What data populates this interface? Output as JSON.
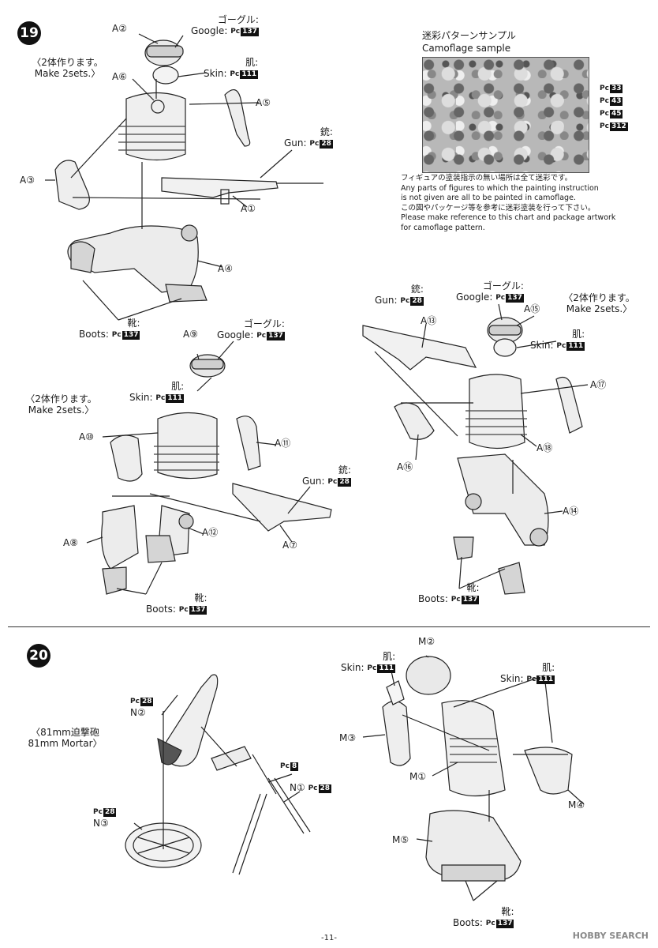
{
  "step19": {
    "number": "19",
    "make2_note_a": [
      "2体作ります。",
      "Make 2sets."
    ],
    "make2_note_b": [
      "2体作ります。",
      "Make 2sets."
    ],
    "make2_note_c": [
      "2体作ります。",
      "Make 2sets."
    ],
    "figure1": {
      "a2": "A②",
      "a6": "A⑥",
      "a5": "A⑤",
      "a3": "A③",
      "a1": "A①",
      "a4": "A④",
      "goggle_jp": "ゴーグル:",
      "goggle_en": "Google:",
      "goggle_pc": "137",
      "skin_jp": "肌:",
      "skin_en": "Skin:",
      "skin_pc": "111",
      "gun_jp": "銃:",
      "gun_en": "Gun:",
      "gun_pc": "28",
      "boots_jp": "靴:",
      "boots_en": "Boots:",
      "boots_pc": "137"
    },
    "figure2": {
      "a9": "A⑨",
      "a10": "A⑩",
      "a11": "A⑪",
      "a8": "A⑧",
      "a12": "A⑫",
      "a7": "A⑦",
      "goggle_jp": "ゴーグル:",
      "goggle_en": "Google:",
      "goggle_pc": "137",
      "skin_jp": "肌:",
      "skin_en": "Skin:",
      "skin_pc": "111",
      "gun_jp": "銃:",
      "gun_en": "Gun:",
      "gun_pc": "28",
      "boots_jp": "靴:",
      "boots_en": "Boots:",
      "boots_pc": "137"
    },
    "figure3": {
      "a13": "A⑬",
      "a15": "A⑮",
      "a17": "A⑰",
      "a16": "A⑯",
      "a18": "A⑱",
      "a14": "A⑭",
      "goggle_jp": "ゴーグル:",
      "goggle_en": "Google:",
      "goggle_pc": "137",
      "skin_jp": "肌:",
      "skin_en": "Skin:",
      "skin_pc": "111",
      "gun_jp": "銃:",
      "gun_en": "Gun:",
      "gun_pc": "28",
      "boots_jp": "靴:",
      "boots_en": "Boots:",
      "boots_pc": "137"
    },
    "camo": {
      "title_jp": "迷彩パターンサンプル",
      "title_en": "Camoflage sample",
      "colors": [
        "33",
        "43",
        "45",
        "312"
      ],
      "note": [
        "フィギュアの塗装指示の無い場所は全て迷彩です。",
        "Any parts of figures to which the painting instruction",
        "is not given are all to be painted in camoflage.",
        "この図やパッケージ等を参考に迷彩塗装を行って下さい。",
        "Please make reference to this chart and package artwork",
        "for camoflage pattern."
      ]
    }
  },
  "step20": {
    "number": "20",
    "mortar_jp": "81mm迫撃砲",
    "mortar_en": "81mm Mortar",
    "n2": "N②",
    "n2_pc": "28",
    "n1": "N①",
    "n1_pc": "28",
    "n3": "N③",
    "n3_pc": "28",
    "bipod_pc": "8",
    "m2": "M②",
    "m3": "M③",
    "m1": "M①",
    "m4": "M④",
    "m5": "M⑤",
    "skin_jp": "肌:",
    "skin_en": "Skin:",
    "skin_pc_left": "111",
    "skin_pc_right": "111",
    "boots_jp": "靴:",
    "boots_en": "Boots:",
    "boots_pc": "137"
  },
  "pc_prefix": "Pc",
  "footer": {
    "page": "-11-",
    "watermark": "HOBBY SEARCH"
  }
}
